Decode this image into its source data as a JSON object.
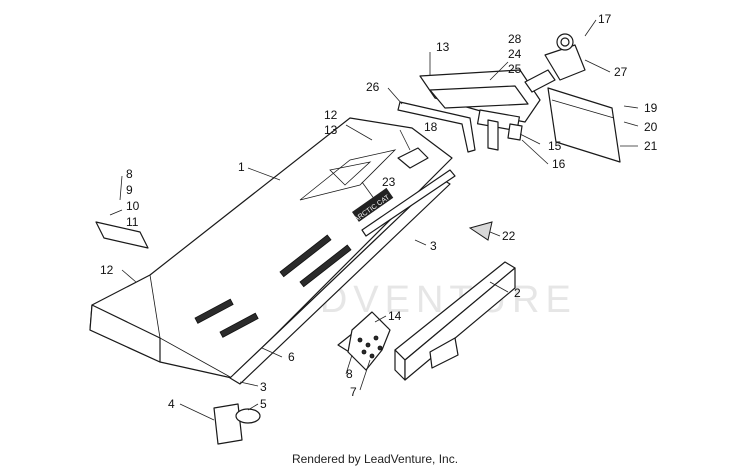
{
  "watermark": "LEADVENTURE",
  "decal_text": "ARCTIC CAT",
  "footer": "Rendered by LeadVenture, Inc.",
  "callouts": [
    {
      "id": "c1",
      "label": "1"
    },
    {
      "id": "c2",
      "label": "2"
    },
    {
      "id": "c3a",
      "label": "3"
    },
    {
      "id": "c3b",
      "label": "3"
    },
    {
      "id": "c4",
      "label": "4"
    },
    {
      "id": "c5",
      "label": "5"
    },
    {
      "id": "c6",
      "label": "6"
    },
    {
      "id": "c7",
      "label": "7"
    },
    {
      "id": "c8a",
      "label": "8"
    },
    {
      "id": "c8b",
      "label": "8"
    },
    {
      "id": "c9",
      "label": "9"
    },
    {
      "id": "c10",
      "label": "10"
    },
    {
      "id": "c11",
      "label": "11"
    },
    {
      "id": "c12a",
      "label": "12"
    },
    {
      "id": "c12b",
      "label": "12"
    },
    {
      "id": "c13a",
      "label": "13"
    },
    {
      "id": "c13b",
      "label": "13"
    },
    {
      "id": "c14",
      "label": "14"
    },
    {
      "id": "c15",
      "label": "15"
    },
    {
      "id": "c16",
      "label": "16"
    },
    {
      "id": "c17",
      "label": "17"
    },
    {
      "id": "c18",
      "label": "18"
    },
    {
      "id": "c19",
      "label": "19"
    },
    {
      "id": "c20",
      "label": "20"
    },
    {
      "id": "c21",
      "label": "21"
    },
    {
      "id": "c22",
      "label": "22"
    },
    {
      "id": "c23",
      "label": "23"
    },
    {
      "id": "c24",
      "label": "24"
    },
    {
      "id": "c25",
      "label": "25"
    },
    {
      "id": "c26",
      "label": "26"
    },
    {
      "id": "c27",
      "label": "27"
    },
    {
      "id": "c28",
      "label": "28"
    }
  ]
}
